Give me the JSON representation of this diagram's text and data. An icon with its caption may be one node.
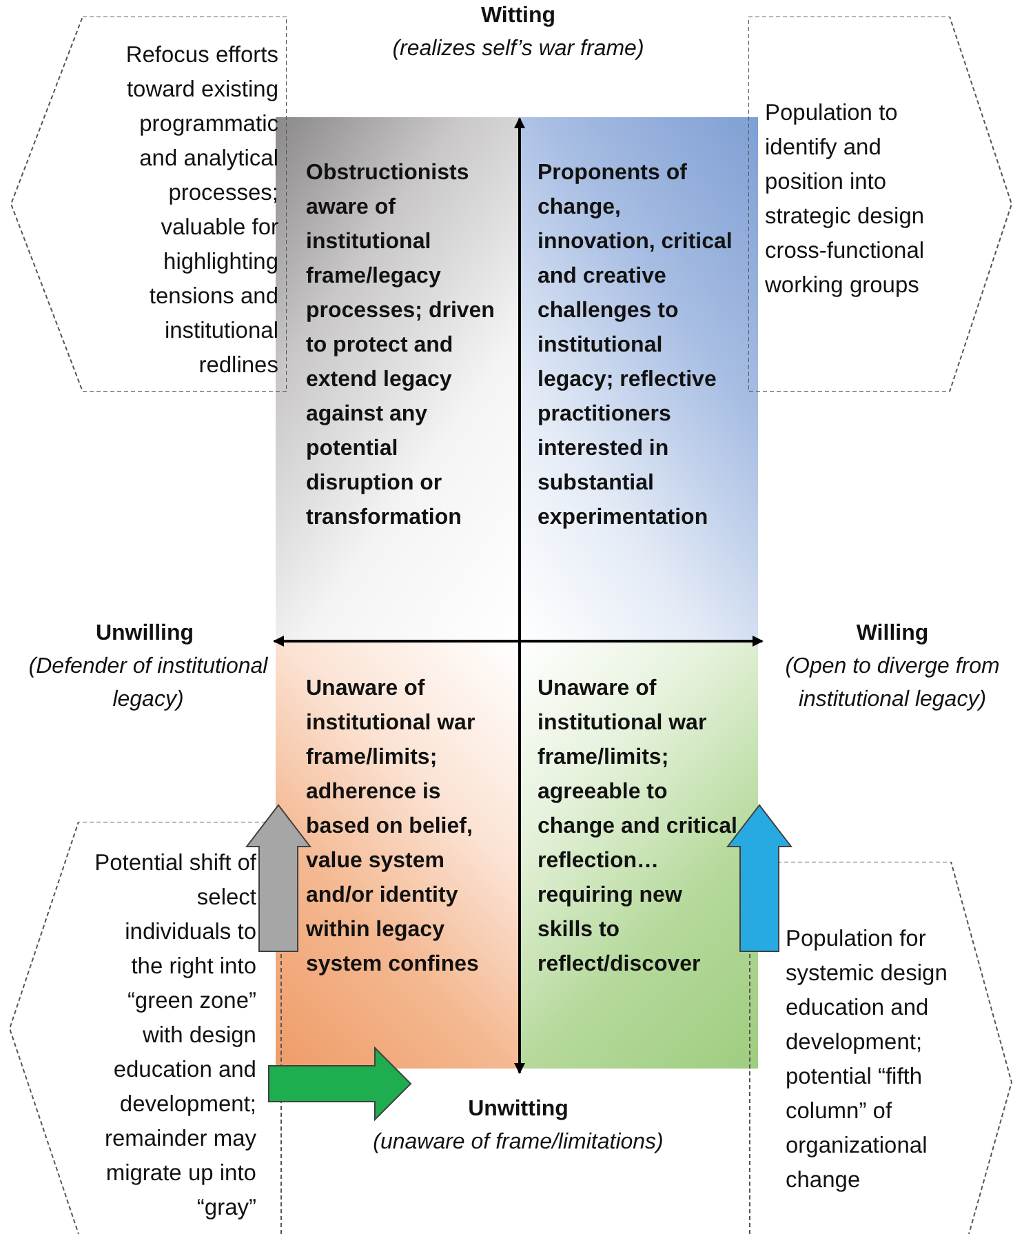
{
  "diagram": {
    "nodes": [
      {
        "text": [
          "Obstructionists aware of institutional frame/legacy processes; driven to protect and extend legacy against any potential disruption or transformation"
        ]
      },
      {
        "text": [
          "Proponents of change, innovation, critical and creative challenges to institutional legacy; reflective practitioners interested in substantial experimentation"
        ]
      },
      {
        "text": [
          "Unaware of institutional war frame/limits; adherence is based on belief, value system and/or identity within legacy system confines"
        ]
      },
      {
        "text": [
          "Unaware of institutional war frame/limits; agreeable to change and critical reflection… requiring new skills to reflect/discover"
        ]
      },
      {
        "text": [
          "Refocus efforts toward existing programmatic and analytical processes; valuable for highlighting tensions and institutional redlines"
        ]
      },
      {
        "text": [
          "Population to identify and position into strategic design cross-functional working groups"
        ]
      },
      {
        "text": [
          "Potential shift of select individuals to the right into “green zone” with design education and development; remainder may migrate up into “gray”"
        ]
      },
      {
        "text": [
          "Population for systemic design education and development; potential “fifth column” of organizational change"
        ]
      }
    ],
    "edges": [
      {
        "from": 6,
        "to": null,
        "arrow": "to",
        "style": "thick",
        "color": "#a6a6a6"
      },
      {
        "from": 6,
        "to": null,
        "arrow": "to",
        "style": "thick",
        "color": "#1fae4f"
      },
      {
        "from": 7,
        "to": null,
        "arrow": "to",
        "style": "thick",
        "color": "#27aae1"
      }
    ],
    "labels": [
      "Witting",
      "(realizes self’s war frame)",
      "Unwilling",
      "(Defender of institutional legacy)",
      "Willing",
      "(Open to diverge from institutional legacy)",
      "Unwitting",
      "(unaware of frame/limitations)"
    ]
  }
}
